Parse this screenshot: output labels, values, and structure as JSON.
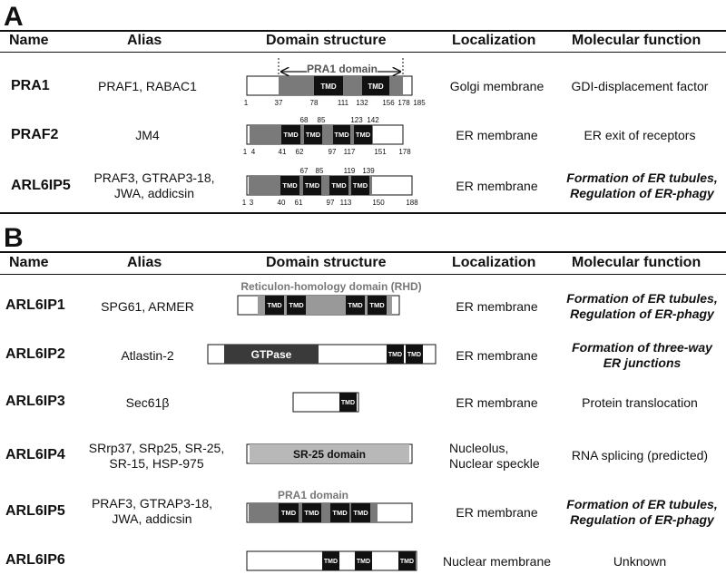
{
  "panelA": {
    "letter": "A",
    "headers": [
      "Name",
      "Alias",
      "Domain structure",
      "Localization",
      "Molecular function"
    ],
    "pra1_domain_label": "PRA1 domain",
    "rows": [
      {
        "name": "PRA1",
        "alias": [
          "PRAF1, RABAC1"
        ],
        "localization": [
          "Golgi membrane"
        ],
        "function": [
          "GDI-displacement factor"
        ],
        "function_emphasis": false,
        "numbers_below": [
          "1",
          "37",
          "78",
          "111",
          "132",
          "156",
          "178",
          "185"
        ],
        "numbers_above": [],
        "tmd_labels": [
          "TMD",
          "TMD"
        ]
      },
      {
        "name": "PRAF2",
        "alias": [
          "JM4"
        ],
        "localization": [
          "ER membrane"
        ],
        "function": [
          "ER exit of receptors"
        ],
        "function_emphasis": false,
        "numbers_below": [
          "1",
          "4",
          "41",
          "62",
          "97",
          "117",
          "151",
          "178"
        ],
        "numbers_above": [
          "68",
          "85",
          "123",
          "142"
        ],
        "tmd_labels": [
          "TMD",
          "TMD",
          "TMD",
          "TMD"
        ]
      },
      {
        "name": "ARL6IP5",
        "alias": [
          "PRAF3, GTRAP3-18,",
          "JWA, addicsin"
        ],
        "localization": [
          "ER membrane"
        ],
        "function": [
          "Formation of ER tubules,",
          "Regulation of ER-phagy"
        ],
        "function_emphasis": true,
        "numbers_below": [
          "1",
          "3",
          "40",
          "61",
          "97",
          "113",
          "150",
          "188"
        ],
        "numbers_above": [
          "67",
          "85",
          "119",
          "139"
        ],
        "tmd_labels": [
          "TMD",
          "TMD",
          "TMD",
          "TMD"
        ]
      }
    ]
  },
  "panelB": {
    "letter": "B",
    "headers": [
      "Name",
      "Alias",
      "Domain structure",
      "Localization",
      "Molecular function"
    ],
    "rhd_label": "Reticulon-homology domain (RHD)",
    "gtpase_label": "GTPase",
    "sr25_label": "SR-25 domain",
    "pra1_domain_label": "PRA1 domain",
    "rows": [
      {
        "name": "ARL6IP1",
        "alias": [
          "SPG61, ARMER"
        ],
        "localization": [
          "ER membrane"
        ],
        "function": [
          "Formation of ER tubules,",
          "Regulation of ER-phagy"
        ],
        "function_emphasis": true,
        "tmd_labels": [
          "TMD",
          "TMD",
          "TMD",
          "TMD"
        ]
      },
      {
        "name": "ARL6IP2",
        "alias": [
          "Atlastin-2"
        ],
        "localization": [
          "ER membrane"
        ],
        "function": [
          "Formation of three-way",
          "ER junctions"
        ],
        "function_emphasis": true,
        "tmd_labels": [
          "TMD",
          "TMD"
        ]
      },
      {
        "name": "ARL6IP3",
        "alias": [
          "Sec61β"
        ],
        "localization": [
          "ER membrane"
        ],
        "function": [
          "Protein translocation"
        ],
        "function_emphasis": false,
        "tmd_labels": [
          "TMD"
        ]
      },
      {
        "name": "ARL6IP4",
        "alias": [
          "SRrp37, SRp25, SR-25,",
          "SR-15, HSP-975"
        ],
        "localization": [
          "Nucleolus,",
          "Nuclear speckle"
        ],
        "function": [
          "RNA splicing (predicted)"
        ],
        "function_emphasis": false,
        "tmd_labels": []
      },
      {
        "name": "ARL6IP5",
        "alias": [
          "PRAF3, GTRAP3-18,",
          "JWA, addicsin"
        ],
        "localization": [
          "ER membrane"
        ],
        "function": [
          "Formation of ER tubules,",
          "Regulation of ER-phagy"
        ],
        "function_emphasis": true,
        "tmd_labels": [
          "TMD",
          "TMD",
          "TMD",
          "TMD"
        ]
      },
      {
        "name": "ARL6IP6",
        "alias": [],
        "localization": [
          "Nuclear membrane"
        ],
        "function": [
          "Unknown"
        ],
        "function_emphasis": false,
        "tmd_labels": [
          "TMD",
          "TMD",
          "TMD"
        ]
      }
    ]
  },
  "colors": {
    "line": "#111111",
    "domain_gray": "#7a7a7a",
    "tmd_black": "#111111",
    "sr25_gray": "#b8b8b8",
    "label_gray": "#777777",
    "gtpase": "#3a3a3a"
  }
}
